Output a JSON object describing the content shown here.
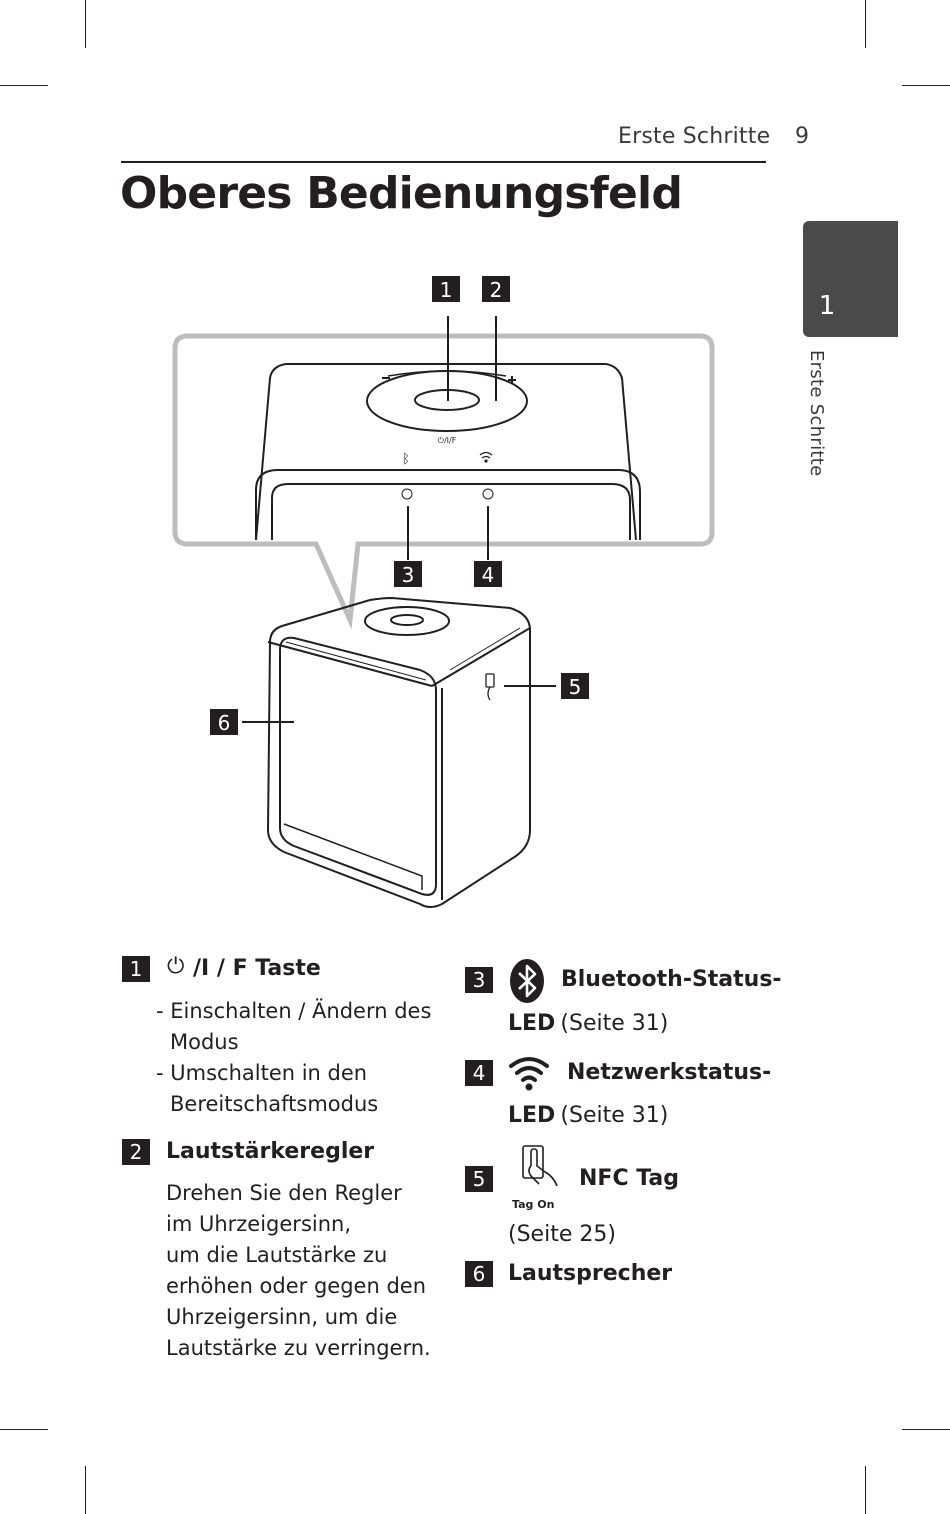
{
  "header": {
    "section": "Erste Schritte",
    "page_number": "9"
  },
  "title": "Oberes Bedienungsfeld",
  "chapter_tab": {
    "number": "1",
    "label": "Erste Schritte"
  },
  "diagram": {
    "callouts": [
      "1",
      "2",
      "3",
      "4",
      "5",
      "6"
    ],
    "button_label": "⏻/I/F",
    "tag_on_label": "Tag On"
  },
  "legend": {
    "item1": {
      "number": "1",
      "icon": "power-icon",
      "label_suffix": "/I / F Taste",
      "lines": [
        "- Einschalten / Ändern des",
        "Modus",
        "- Umschalten in den",
        "Bereitschaftsmodus"
      ]
    },
    "item2": {
      "number": "2",
      "label": "Lautstärkeregler",
      "lines": [
        "Drehen Sie den Regler",
        "im Uhrzeigersinn,",
        "um die Lautstärke zu",
        "erhöhen oder gegen den",
        "Uhrzeigersinn, um die",
        "Lautstärke zu verringern."
      ]
    },
    "item3": {
      "number": "3",
      "icon": "bluetooth-icon",
      "label": "Bluetooth-Status-",
      "label2": "LED",
      "ref": "(Seite 31)"
    },
    "item4": {
      "number": "4",
      "icon": "wifi-icon",
      "label": "Netzwerkstatus-",
      "label2": "LED",
      "ref": "(Seite 31)"
    },
    "item5": {
      "number": "5",
      "icon": "nfc-tag-icon",
      "icon_caption": "Tag On",
      "label": "NFC Tag",
      "ref": "(Seite 25)"
    },
    "item6": {
      "number": "6",
      "label": "Lautsprecher"
    }
  }
}
